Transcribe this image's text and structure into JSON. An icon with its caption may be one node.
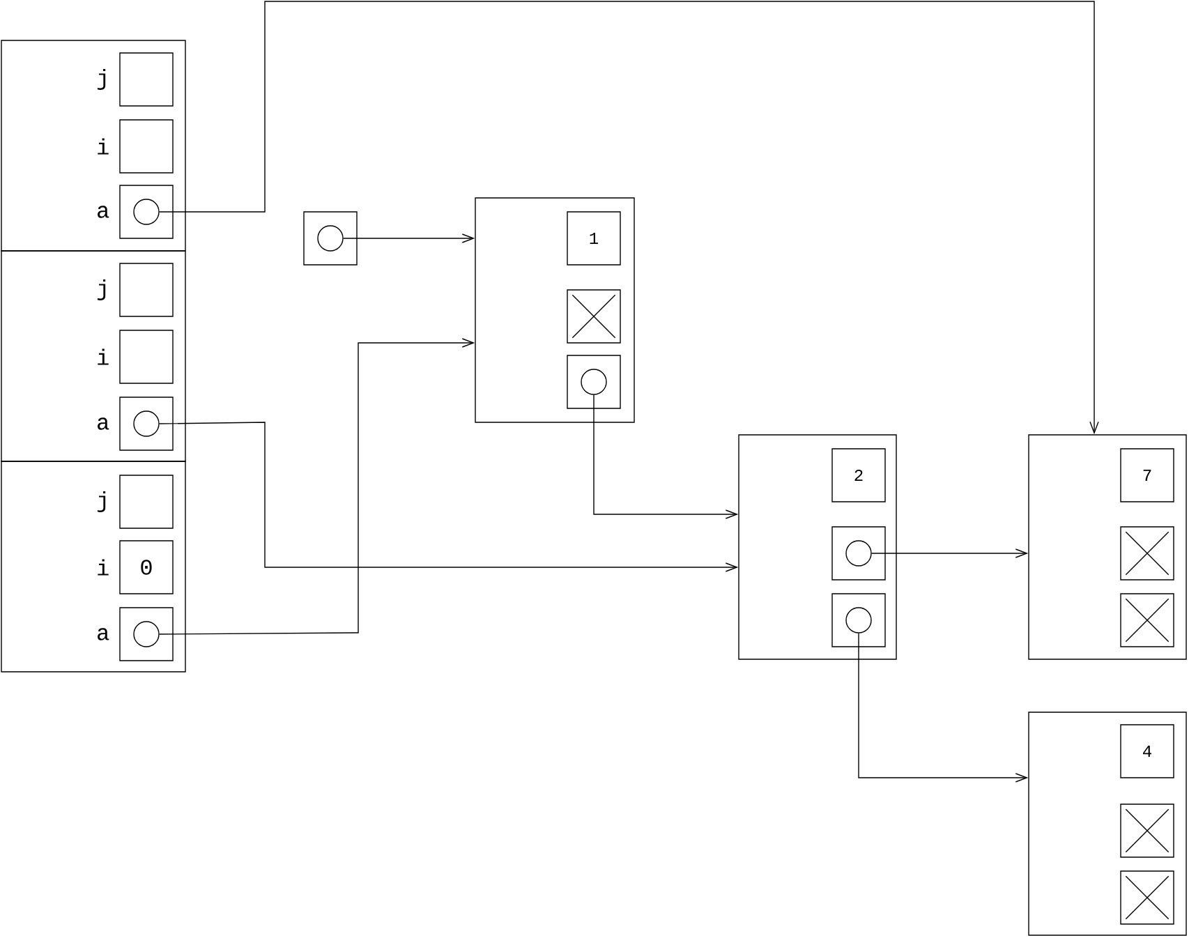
{
  "diagram": {
    "nodes": [
      {
        "text": [],
        "shape": "box"
      },
      {
        "text": [],
        "shape": "box",
        "in": 0,
        "beside": [
          "j"
        ]
      },
      {
        "text": [],
        "shape": "box",
        "in": 0,
        "beside": [
          "i"
        ]
      },
      {
        "text": [],
        "shape": "box",
        "in": 0,
        "beside": [
          "a"
        ]
      },
      {
        "text": [],
        "shape": "circle",
        "in": 3
      },
      {
        "text": [],
        "shape": "box"
      },
      {
        "text": [],
        "shape": "box",
        "in": 5,
        "beside": [
          "j"
        ]
      },
      {
        "text": [],
        "shape": "box",
        "in": 5,
        "beside": [
          "i"
        ]
      },
      {
        "text": [],
        "shape": "box",
        "in": 5,
        "beside": [
          "a"
        ]
      },
      {
        "text": [],
        "shape": "circle",
        "in": 8
      },
      {
        "text": [],
        "shape": "box"
      },
      {
        "text": [],
        "shape": "box",
        "in": 10,
        "beside": [
          "j"
        ]
      },
      {
        "text": [
          "0"
        ],
        "in": 10,
        "beside": [
          "i"
        ]
      },
      {
        "text": [],
        "shape": "box",
        "in": 10,
        "beside": [
          "a"
        ]
      },
      {
        "text": [],
        "shape": "circle",
        "in": 13
      },
      {
        "text": [],
        "shape": "box"
      },
      {
        "text": [],
        "shape": "circle",
        "in": 15
      },
      {
        "text": [],
        "shape": "box"
      },
      {
        "text": [
          "1"
        ],
        "in": 17
      },
      {
        "text": [],
        "shape": "cross",
        "in": 17
      },
      {
        "text": [],
        "shape": "box",
        "in": 17
      },
      {
        "text": [],
        "shape": "circle",
        "in": 20
      },
      {
        "text": [],
        "shape": "box"
      },
      {
        "text": [
          "2"
        ],
        "in": 22
      },
      {
        "text": [],
        "shape": "box",
        "in": 22
      },
      {
        "text": [],
        "shape": "circle",
        "in": 24
      },
      {
        "text": [],
        "shape": "box",
        "in": 22
      },
      {
        "text": [],
        "shape": "circle",
        "in": 26
      },
      {
        "text": [],
        "shape": "box"
      },
      {
        "text": [
          "7"
        ],
        "in": 28
      },
      {
        "text": [],
        "shape": "cross",
        "in": 28
      },
      {
        "text": [],
        "shape": "cross",
        "in": 28
      },
      {
        "text": [],
        "shape": "box"
      },
      {
        "text": [
          "4"
        ],
        "in": 32
      },
      {
        "text": [],
        "shape": "cross",
        "in": 32
      },
      {
        "text": [],
        "shape": "cross",
        "in": 32
      }
    ],
    "edges": [
      {
        "from": 4,
        "to": 28,
        "arrow": "to"
      },
      {
        "from": 16,
        "to": 17,
        "arrow": "to"
      },
      {
        "from": 14,
        "to": 17,
        "arrow": "to"
      },
      {
        "from": 9,
        "to": 22,
        "arrow": "to"
      },
      {
        "from": 21,
        "to": 22,
        "arrow": "to"
      },
      {
        "from": 25,
        "to": 28,
        "arrow": "to"
      },
      {
        "from": 27,
        "to": 32,
        "arrow": "to"
      }
    ]
  }
}
